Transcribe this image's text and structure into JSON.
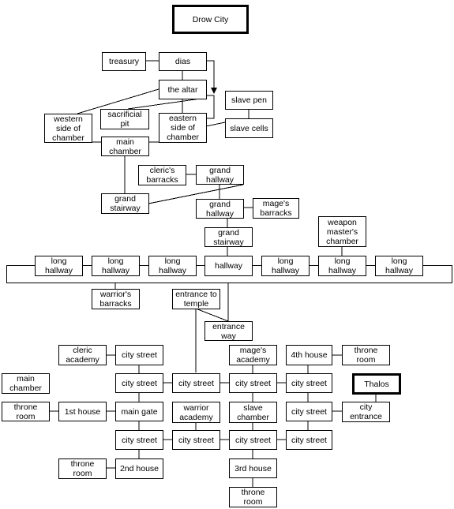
{
  "title": "Drow City",
  "rooms": {
    "treasury": "treasury",
    "dias": "dias",
    "altar": "the altar",
    "sacrificial_pit": "sacrificial pit",
    "slave_pen": "slave pen",
    "western_side": "western side of chamber",
    "eastern_side": "eastern side of chamber",
    "slave_cells": "slave cells",
    "main_chamber": "main chamber",
    "clerics_barracks": "cleric's barracks",
    "grand_hallway_1": "grand hallway",
    "grand_stairway_1": "grand stairway",
    "grand_hallway_2": "grand hallway",
    "mages_barracks": "mage's barracks",
    "grand_stairway_2": "grand stairway",
    "weapon_masters_chamber": "weapon master's chamber",
    "long_hallway_1": "long hallway",
    "long_hallway_2": "long hallway",
    "long_hallway_3": "long hallway",
    "hallway": "hallway",
    "long_hallway_4": "long hallway",
    "long_hallway_5": "long hallway",
    "long_hallway_6": "long hallway",
    "warriors_barracks": "warrior's barracks",
    "entrance_to_temple": "entrance to temple",
    "entrance_way": "entrance way",
    "cleric_academy": "cleric academy",
    "city_street_1": "city street",
    "mages_academy": "mage's academy",
    "fourth_house": "4th house",
    "throne_room_1": "throne room",
    "main_chamber_2": "main chamber",
    "city_street_2": "city street",
    "city_street_3": "city street",
    "city_street_4": "city street",
    "city_street_5": "city street",
    "thalos": "Thalos",
    "throne_room_2": "throne room",
    "first_house": "1st house",
    "main_gate": "main gate",
    "warrior_academy": "warrior academy",
    "slave_chamber": "slave chamber",
    "city_street_6": "city street",
    "city_entrance": "city entrance",
    "city_street_7": "city street",
    "city_street_8": "city street",
    "city_street_9": "city street",
    "city_street_10": "city street",
    "throne_room_3": "throne room",
    "second_house": "2nd house",
    "third_house": "3rd house",
    "throne_room_4": "throne room"
  }
}
